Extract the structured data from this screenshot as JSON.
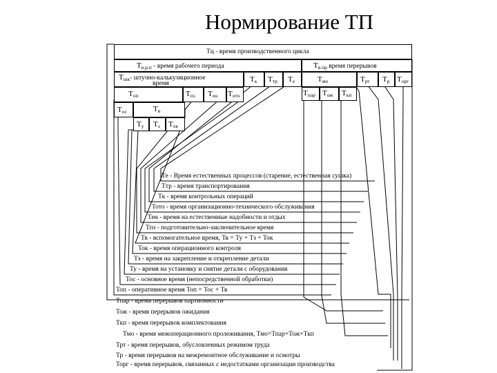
{
  "title": "Нормирование ТП",
  "top": {
    "tc": "Тц - время производственного цикла",
    "trp": {
      "main": "Т",
      "sub": "в.р.п",
      "tail": " - время рабочего периода"
    },
    "tpr": {
      "main": "Т",
      "sub": "в.пр",
      "tail": " время  перерывов"
    }
  },
  "row3": {
    "tsh": {
      "main": "Т",
      "sub": "шк",
      "tail": "- штучно-калькуляционное"
    },
    "tsh_line2": "время",
    "tk": {
      "main": "Т",
      "sub": "к"
    },
    "ttr": {
      "main": "Т",
      "sub": "тр"
    },
    "te": {
      "main": "Т",
      "sub": "е"
    },
    "tmo": {
      "main": "Т",
      "sub": "мо"
    },
    "trt": {
      "main": "Т",
      "sub": "рт"
    },
    "tr": {
      "main": "Т",
      "sub": "р"
    },
    "torg": {
      "main": "Т",
      "sub": "орг"
    }
  },
  "row4": {
    "top": {
      "main": "Т",
      "sub": "оп"
    },
    "tpz": {
      "main": "Т",
      "sub": "пз"
    },
    "ten": {
      "main": "Т",
      "sub": "ен"
    },
    "toto": {
      "main": "Т",
      "sub": "ото"
    },
    "tpar": {
      "main": "Т",
      "sub": "пар"
    },
    "tozh": {
      "main": "Т",
      "sub": "ож"
    },
    "tkp": {
      "main": "Т",
      "sub": "кп"
    }
  },
  "row5": {
    "tos": {
      "main": "Т",
      "sub": "ос"
    },
    "tv": {
      "main": "Т",
      "sub": "в"
    }
  },
  "row6": {
    "tu": {
      "main": "Т",
      "sub": "у"
    },
    "tz": {
      "main": "Т",
      "sub": "з"
    },
    "tok": {
      "main": "Т",
      "sub": "ок"
    }
  },
  "definitions_upper": [
    "Те - Время естественных процессов (старение, естественная сушка)",
    "Ттр - время транспортирования",
    "Тк - время контрольных операций",
    "Тото - время организационно-технического обслуживания",
    "Тен - время на естественные надобности и отдых",
    "Тпз - подготовительно-заключительное время",
    "Тв - вспомогательное время, Тв = Ту + Тз + Ток",
    "Ток - время операционного контроля",
    "Тз - время на закрепление и открепление детали",
    "Ту - время на установку и снятие детали с оборудования",
    "Тос - основное время (непосредственной обработки)",
    "Топ - оперативное время Топ = Тос + Тв"
  ],
  "definitions_lower": [
    "Тпар - время перерывов партионности",
    "Тож - время перерывов ожидания",
    "Ткп - время перерывов комплектования",
    "Тмо  -  время  межоперационного  пролеживания, Тмо=Тпар+Тож+Ткп",
    "Трт - время перерывов, обусловленных режимом труда",
    "Тр - время перерывов на межремонтное обслуживание и осмотры",
    "Торг - время перерывов, связанных с недостатками организации производства"
  ]
}
